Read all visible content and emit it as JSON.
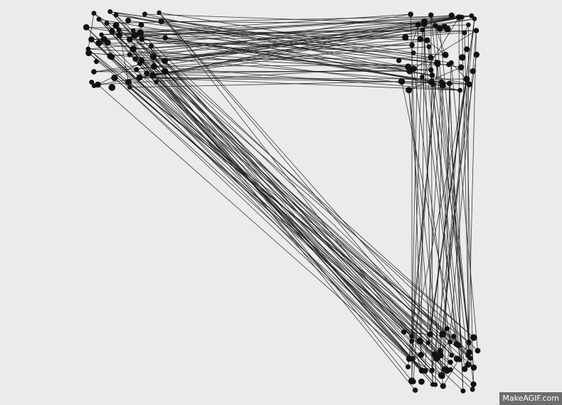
{
  "graph": {
    "edge_color": "#1a1a1a",
    "node_color": "#111111",
    "background": "#ebebeb",
    "node_count": 160,
    "edge_count": 190
  },
  "watermark": {
    "text": "MakeAGIF.com"
  }
}
